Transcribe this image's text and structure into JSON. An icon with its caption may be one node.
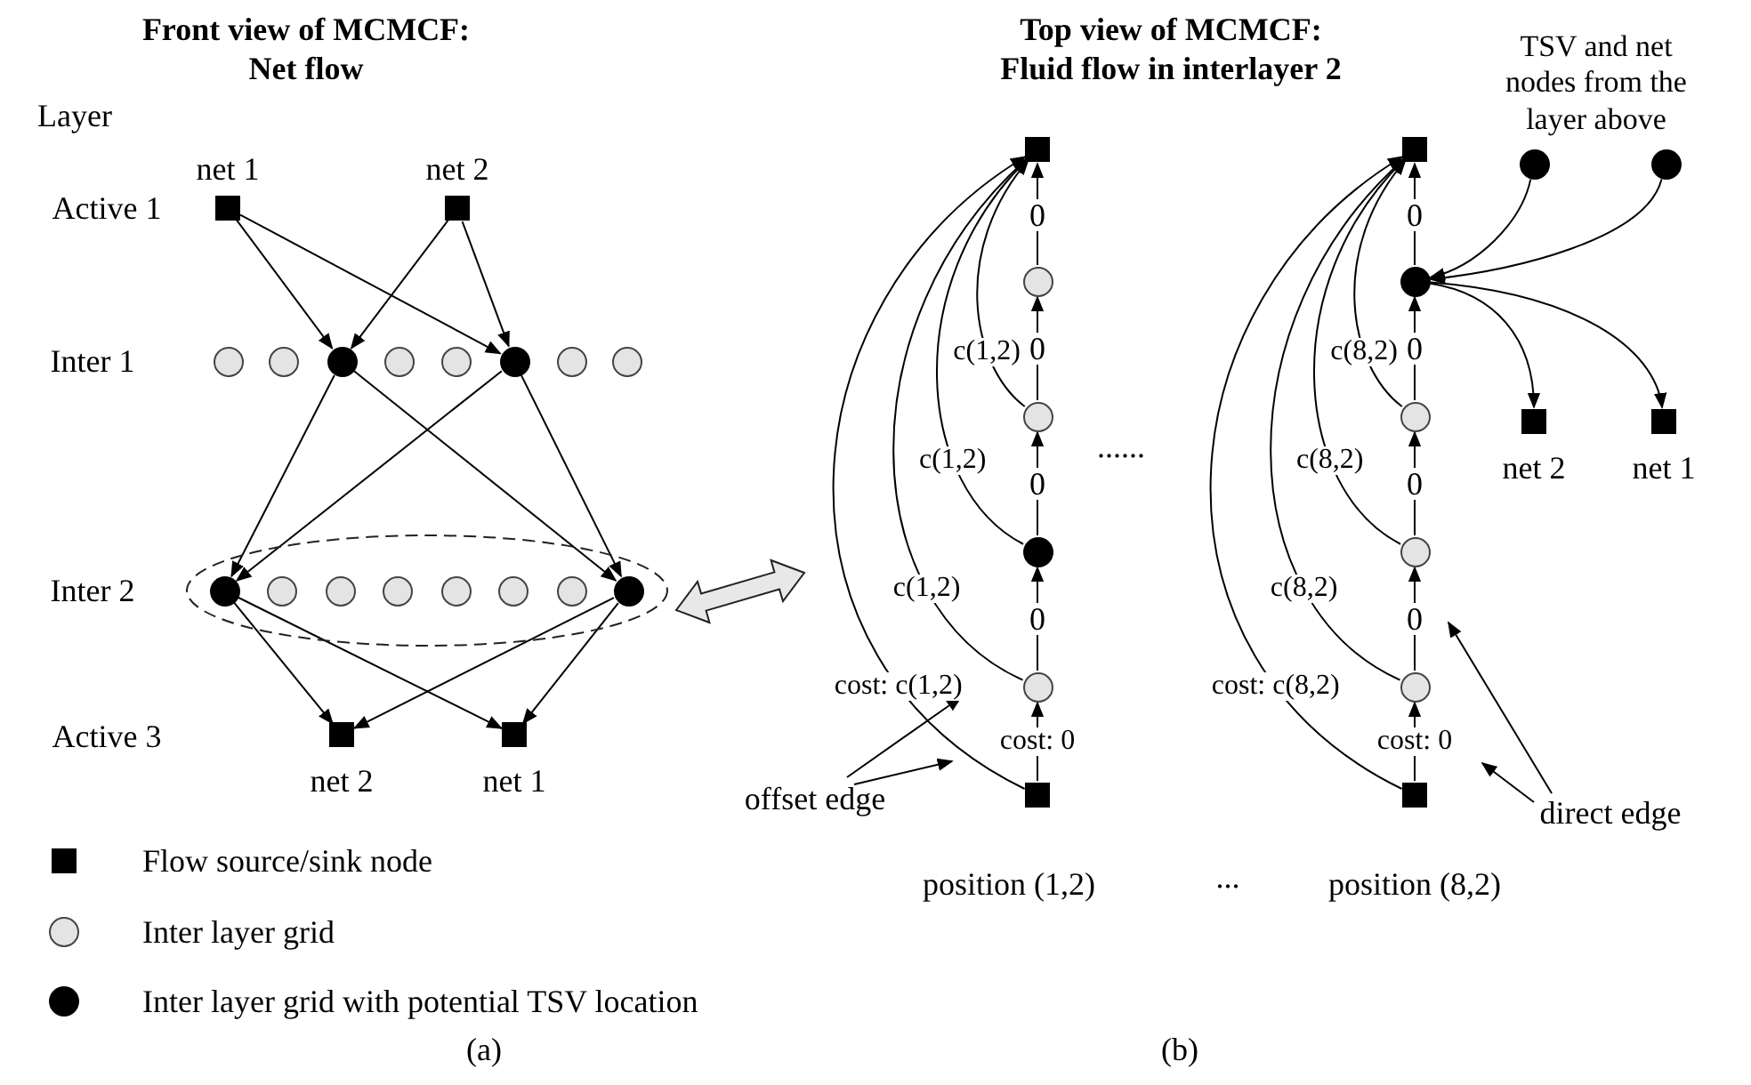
{
  "diagram": {
    "nodes": [
      {
        "text": [],
        "shape": "square",
        "beside": [
          "net 1"
        ]
      },
      {
        "text": [],
        "shape": "square",
        "beside": [
          "net 2"
        ]
      },
      {
        "text": [],
        "shape": "circle"
      },
      {
        "text": [],
        "shape": "circle"
      },
      {
        "text": [],
        "shape": "dot"
      },
      {
        "text": [],
        "shape": "circle"
      },
      {
        "text": [],
        "shape": "circle"
      },
      {
        "text": [],
        "shape": "dot"
      },
      {
        "text": [],
        "shape": "circle"
      },
      {
        "text": [],
        "shape": "circle"
      },
      {
        "text": [],
        "shape": "ellipse"
      },
      {
        "text": [],
        "shape": "dot",
        "in": 10
      },
      {
        "text": [],
        "shape": "circle",
        "in": 10
      },
      {
        "text": [],
        "shape": "circle",
        "in": 10
      },
      {
        "text": [],
        "shape": "circle",
        "in": 10
      },
      {
        "text": [],
        "shape": "circle",
        "in": 10
      },
      {
        "text": [],
        "shape": "circle",
        "in": 10
      },
      {
        "text": [],
        "shape": "circle",
        "in": 10
      },
      {
        "text": [],
        "shape": "dot",
        "in": 10
      },
      {
        "text": [],
        "shape": "square",
        "beside": [
          "net 2"
        ]
      },
      {
        "text": [],
        "shape": "square",
        "beside": [
          "net 1"
        ]
      },
      {
        "text": [],
        "shape": "square"
      },
      {
        "text": [],
        "shape": "circle"
      },
      {
        "text": [],
        "shape": "circle"
      },
      {
        "text": [],
        "shape": "dot"
      },
      {
        "text": [],
        "shape": "circle"
      },
      {
        "text": [],
        "shape": "square"
      },
      {
        "text": [],
        "shape": "square"
      },
      {
        "text": [],
        "shape": "dot"
      },
      {
        "text": [],
        "shape": "circle"
      },
      {
        "text": [],
        "shape": "circle"
      },
      {
        "text": [],
        "shape": "circle"
      },
      {
        "text": [],
        "shape": "square"
      },
      {
        "text": [],
        "shape": "dot"
      },
      {
        "text": [],
        "shape": "dot"
      },
      {
        "text": [],
        "shape": "square",
        "beside": [
          "net 2"
        ]
      },
      {
        "text": [],
        "shape": "square",
        "beside": [
          "net 1"
        ]
      },
      {
        "text": [
          "offset edge"
        ]
      },
      {
        "text": [
          "direct edge"
        ]
      }
    ],
    "edges": [
      {
        "from": 0,
        "to": 4,
        "arrow": "to"
      },
      {
        "from": 0,
        "to": 7,
        "arrow": "to"
      },
      {
        "from": 1,
        "to": 4,
        "arrow": "to"
      },
      {
        "from": 1,
        "to": 7,
        "arrow": "to"
      },
      {
        "from": 4,
        "to": 11,
        "arrow": "to"
      },
      {
        "from": 4,
        "to": 18,
        "arrow": "to"
      },
      {
        "from": 7,
        "to": 11,
        "arrow": "to"
      },
      {
        "from": 7,
        "to": 18,
        "arrow": "to"
      },
      {
        "from": 11,
        "to": 19,
        "arrow": "to"
      },
      {
        "from": 11,
        "to": 20,
        "arrow": "to"
      },
      {
        "from": 18,
        "to": 19,
        "arrow": "to"
      },
      {
        "from": 18,
        "to": 20,
        "arrow": "to"
      },
      {
        "from": 10,
        "to": null,
        "arrow": "both",
        "style": "thick"
      },
      {
        "from": 26,
        "to": 25,
        "arrow": "to",
        "label": "cost: 0"
      },
      {
        "from": 25,
        "to": 24,
        "arrow": "to",
        "label": "0"
      },
      {
        "from": 24,
        "to": 23,
        "arrow": "to",
        "label": "0"
      },
      {
        "from": 23,
        "to": 22,
        "arrow": "to",
        "label": "0"
      },
      {
        "from": 22,
        "to": 21,
        "arrow": "to",
        "label": "0"
      },
      {
        "from": 26,
        "to": 21,
        "arrow": "to",
        "label": "cost: c(1,2)"
      },
      {
        "from": 25,
        "to": 21,
        "arrow": "to",
        "label": "c(1,2)"
      },
      {
        "from": 24,
        "to": 21,
        "arrow": "to",
        "label": "c(1,2)"
      },
      {
        "from": 23,
        "to": 21,
        "arrow": "to",
        "label": "c(1,2)"
      },
      {
        "from": 32,
        "to": 31,
        "arrow": "to",
        "label": "cost: 0"
      },
      {
        "from": 31,
        "to": 30,
        "arrow": "to",
        "label": "0"
      },
      {
        "from": 30,
        "to": 29,
        "arrow": "to",
        "label": "0"
      },
      {
        "from": 29,
        "to": 28,
        "arrow": "to",
        "label": "0"
      },
      {
        "from": 28,
        "to": 27,
        "arrow": "to",
        "label": "0"
      },
      {
        "from": 32,
        "to": 27,
        "arrow": "to",
        "label": "cost: c(8,2)"
      },
      {
        "from": 31,
        "to": 27,
        "arrow": "to",
        "label": "c(8,2)"
      },
      {
        "from": 30,
        "to": 27,
        "arrow": "to",
        "label": "c(8,2)"
      },
      {
        "from": 29,
        "to": 27,
        "arrow": "to",
        "label": "c(8,2)"
      },
      {
        "from": 33,
        "to": 28,
        "arrow": "to"
      },
      {
        "from": 34,
        "to": 28,
        "arrow": "to"
      },
      {
        "from": 28,
        "to": 35,
        "arrow": "to"
      },
      {
        "from": 28,
        "to": 36,
        "arrow": "to"
      },
      {
        "from": 37,
        "to": null,
        "arrow": "to"
      },
      {
        "from": 37,
        "to": null,
        "arrow": "to"
      },
      {
        "from": 38,
        "to": null,
        "arrow": "to"
      },
      {
        "from": 38,
        "to": null,
        "arrow": "to"
      }
    ],
    "labels": [
      "Front view of MCMCF: Net flow",
      "Top view of MCMCF: Fluid flow in interlayer 2",
      "Layer",
      "Active 1",
      "Inter 1",
      "TSV and net nodes from the layer above",
      "......",
      "Inter 2",
      "Active 3",
      "position (1,2)",
      "...",
      "position (8,2)",
      "(a)",
      "(b)"
    ],
    "legend": [
      {
        "text": "Flow source/sink node"
      },
      {
        "text": "Inter layer grid"
      },
      {
        "text": "Inter layer grid with potential TSV location"
      }
    ]
  }
}
